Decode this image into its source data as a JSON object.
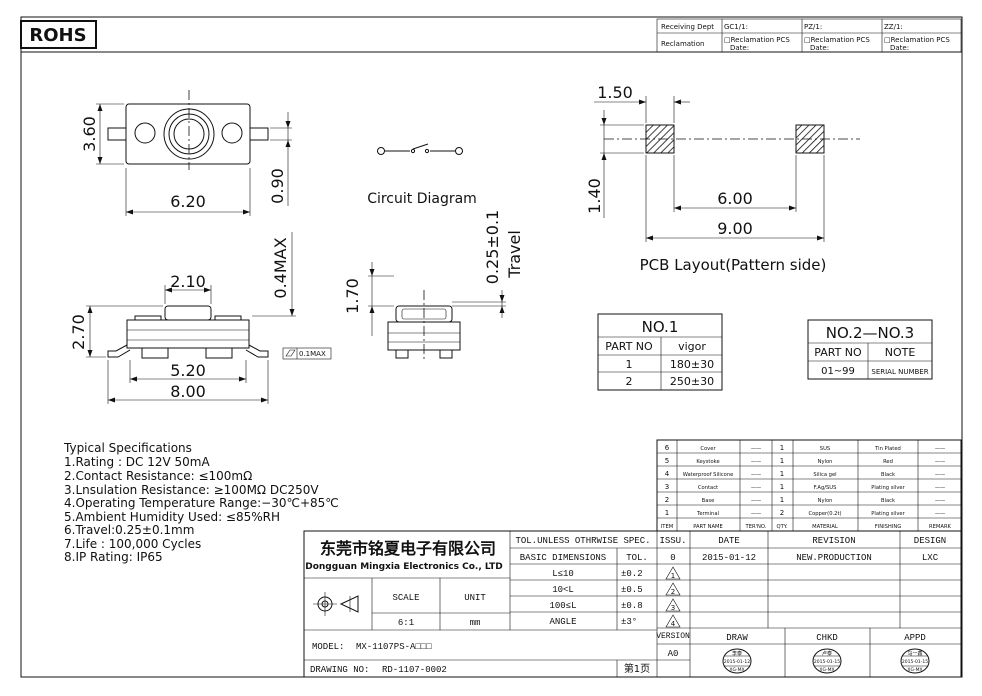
{
  "header": {
    "rohs_badge": "ROHS",
    "receiving_dept_label": "Receiving Dept",
    "reclamation_label": "Reclamation",
    "cols": [
      "GC1/1:",
      "PZ/1:",
      "ZZ/1:"
    ],
    "reclamation_pcs": "□Reclamation  PCS",
    "date_label": "Date:"
  },
  "drawing": {
    "top_view": {
      "dim_width": "6.20",
      "dim_height": "3.60",
      "dim_lead": "0.90"
    },
    "circuit_label": "Circuit Diagram",
    "side_view": {
      "dim_top": "2.10",
      "dim_total_height": "2.70",
      "dim_lead_inner": "5.20",
      "dim_total_length": "8.00",
      "dim_max": "0.4MAX",
      "flatness": "0.1MAX"
    },
    "end_view": {
      "dim_height": "1.70",
      "dim_travel": "0.25±0.1",
      "travel_label": "Travel"
    },
    "pcb": {
      "dim_pad": "1.50",
      "dim_pad_h": "1.40",
      "dim_inner": "6.00",
      "dim_outer": "9.00",
      "label": "PCB Layout(Pattern side)"
    }
  },
  "no1_table": {
    "title": "NO.1",
    "headers": [
      "PART NO",
      "vigor"
    ],
    "rows": [
      [
        "1",
        "180±30"
      ],
      [
        "2",
        "250±30"
      ]
    ]
  },
  "no23_table": {
    "title": "NO.2—NO.3",
    "headers": [
      "PART NO",
      "NOTE"
    ],
    "rows": [
      [
        "01~99",
        "SERIAL NUMBER"
      ]
    ]
  },
  "specs": {
    "title": "Typical Specifications",
    "lines": [
      "1.Rating : DC 12V 50mA",
      "2.Contact Resistance: ≤100mΩ",
      "3.Lnsulation Resistance: ≥100MΩ DC250V",
      "4.Operating Temperature Range:−30℃+85℃",
      "5.Ambient Humidity Used: ≤85%RH",
      "6.Travel:0.25±0.1mm",
      "7.Life : 100,000 Cycles",
      "8.IP Rating:  IP65"
    ]
  },
  "bom": {
    "rows": [
      [
        "6",
        "Cover",
        "——",
        "1",
        "SUS",
        "Tin Plated",
        "——"
      ],
      [
        "5",
        "Keystoke",
        "——",
        "1",
        "Nylon",
        "Red",
        "——"
      ],
      [
        "4",
        "Waterproof Silicone",
        "——",
        "1",
        "Silica gel",
        "Black",
        "——"
      ],
      [
        "3",
        "Contact",
        "——",
        "1",
        "F.Ag/SUS",
        "Plating silver",
        "——"
      ],
      [
        "2",
        "Base",
        "——",
        "1",
        "Nylon",
        "Black",
        "——"
      ],
      [
        "1",
        "Terminal",
        "——",
        "2",
        "Copper(0.2t)",
        "Plating silver",
        "——"
      ]
    ],
    "headers": [
      "ITEM",
      "PART NAME",
      "TER'NO.",
      "QTY.",
      "MATERIAL",
      "FINISHING",
      "REMARK"
    ]
  },
  "title_block": {
    "company_cn": "东莞市铭夏电子有限公司",
    "company_en": "Dongguan Mingxia Electronics Co., LTD",
    "tol_header": "TOL.UNLESS OTHRWISE SPEC.",
    "basic_dim": "BASIC DIMENSIONS",
    "tol": "TOL.",
    "tol_rows": [
      [
        "L≤10",
        "±0.2"
      ],
      [
        "10<L",
        "±0.5"
      ],
      [
        "100≤L",
        "±0.8"
      ],
      [
        "ANGLE",
        "±3°"
      ]
    ],
    "scale_label": "SCALE",
    "unit_label": "UNIT",
    "scale_value": "6:1",
    "unit_value": "mm",
    "issu_label": "ISSU.",
    "date_label": "DATE",
    "revision_label": "REVISION",
    "design_label": "DESIGN",
    "issu_value": "0",
    "date_value": "2015-01-12",
    "revision_value": "NEW.PRODUCTION",
    "design_value": "LXC",
    "rev_marks": [
      "1",
      "2",
      "3",
      "4"
    ],
    "version_label": "VERSION",
    "version_value": "A0",
    "draw_label": "DRAW",
    "chkd_label": "CHKD",
    "appd_label": "APPD",
    "model_label": "MODEL:",
    "model_value": "MX-1107PS-A□□□",
    "drawing_no_label": "DRAWING NO:",
    "drawing_no_value": "RD-1107-0002",
    "page_label": "第1页",
    "stamps": [
      [
        "李泰",
        "2015-01-12",
        "XG-MX"
      ],
      [
        "卢泰",
        "2015-01-15",
        "XG-MX"
      ],
      [
        "马一鑫",
        "2015-01-15",
        "XG-MX"
      ]
    ]
  }
}
